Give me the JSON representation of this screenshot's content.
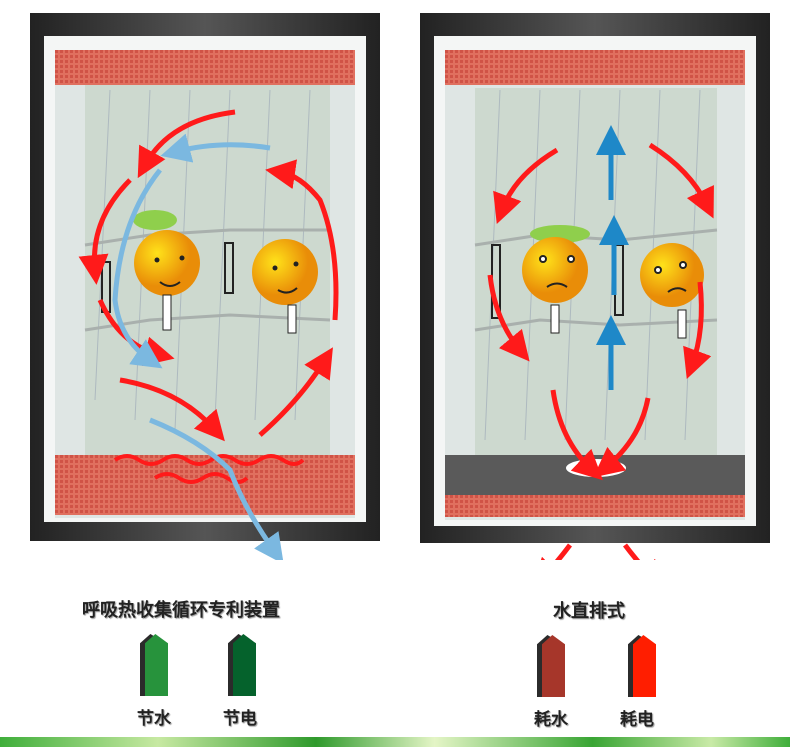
{
  "left": {
    "title": "呼吸热收集循环专利装置",
    "indicators": [
      {
        "label": "节水",
        "color": "#27933c"
      },
      {
        "label": "节电",
        "color": "#05622c"
      }
    ]
  },
  "right": {
    "title": "水直排式",
    "indicators": [
      {
        "label": "耗水",
        "color": "#a6362a"
      },
      {
        "label": "耗电",
        "color": "#ff1e00"
      }
    ]
  },
  "colors": {
    "arrow_red": "#ff1a1a",
    "arrow_blue": "#1e88c8",
    "heater": "#d9614f"
  }
}
